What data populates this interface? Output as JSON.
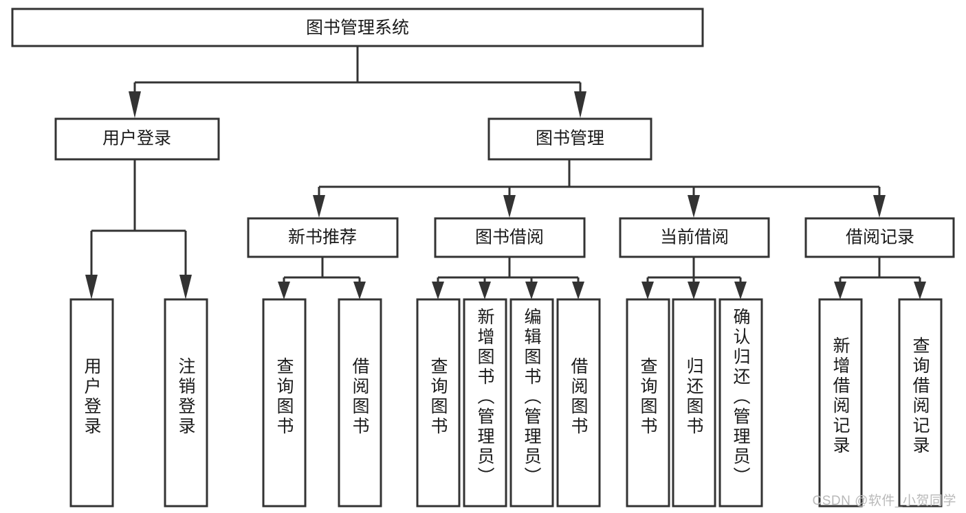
{
  "diagram": {
    "type": "tree-hierarchy-diagram",
    "title": "图书管理系统",
    "root": {
      "id": "root",
      "label": "图书管理系统",
      "orientation": "horizontal"
    },
    "level2": [
      {
        "id": "user-login",
        "label": "用户登录",
        "orientation": "horizontal"
      },
      {
        "id": "book-manage",
        "label": "图书管理",
        "orientation": "horizontal"
      }
    ],
    "level3": [
      {
        "id": "new-book-recommend",
        "label": "新书推荐",
        "orientation": "horizontal",
        "parent": "book-manage"
      },
      {
        "id": "book-borrow",
        "label": "图书借阅",
        "orientation": "horizontal",
        "parent": "book-manage"
      },
      {
        "id": "current-borrow",
        "label": "当前借阅",
        "orientation": "horizontal",
        "parent": "book-manage"
      },
      {
        "id": "borrow-record",
        "label": "借阅记录",
        "orientation": "horizontal",
        "parent": "book-manage"
      }
    ],
    "leaves": [
      {
        "id": "leaf-user-login",
        "label": "用户登录",
        "orientation": "vertical",
        "parent": "user-login"
      },
      {
        "id": "leaf-user-logout",
        "label": "注销登录",
        "orientation": "vertical",
        "parent": "user-login"
      },
      {
        "id": "leaf-query-book-1",
        "label": "查询图书",
        "orientation": "vertical",
        "parent": "new-book-recommend"
      },
      {
        "id": "leaf-borrow-book-1",
        "label": "借阅图书",
        "orientation": "vertical",
        "parent": "new-book-recommend"
      },
      {
        "id": "leaf-query-book-2",
        "label": "查询图书",
        "orientation": "vertical",
        "parent": "book-borrow"
      },
      {
        "id": "leaf-add-book",
        "label": "新增图书（管理员）",
        "orientation": "vertical",
        "parent": "book-borrow"
      },
      {
        "id": "leaf-edit-book",
        "label": "编辑图书（管理员）",
        "orientation": "vertical",
        "parent": "book-borrow"
      },
      {
        "id": "leaf-borrow-book-2",
        "label": "借阅图书",
        "orientation": "vertical",
        "parent": "book-borrow"
      },
      {
        "id": "leaf-query-book-3",
        "label": "查询图书",
        "orientation": "vertical",
        "parent": "current-borrow"
      },
      {
        "id": "leaf-return-book",
        "label": "归还图书",
        "orientation": "vertical",
        "parent": "current-borrow"
      },
      {
        "id": "leaf-confirm-return",
        "label": "确认归还（管理员）",
        "orientation": "vertical",
        "parent": "current-borrow"
      },
      {
        "id": "leaf-add-record",
        "label": "新增借阅记录",
        "orientation": "vertical",
        "parent": "borrow-record"
      },
      {
        "id": "leaf-query-record",
        "label": "查询借阅记录",
        "orientation": "vertical",
        "parent": "borrow-record"
      }
    ],
    "colors": {
      "box_fill": "#ffffff",
      "box_stroke": "#333333",
      "text": "#1a1a1a",
      "background": "#ffffff",
      "watermark": "#b9b9b9"
    }
  },
  "watermark": {
    "text": "CSDN @软件_小贺同学"
  }
}
